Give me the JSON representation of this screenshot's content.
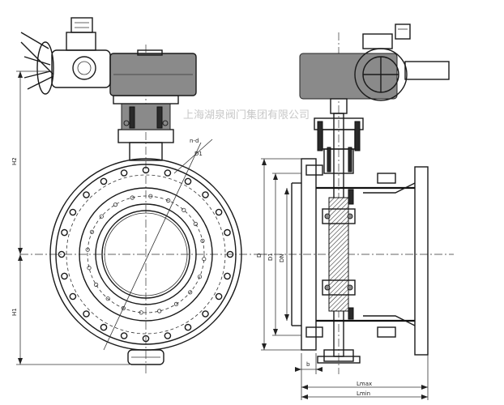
{
  "watermark": "上海湖泉阀门集团有限公司",
  "front_view": {
    "labels": {
      "h2": "H2",
      "h1": "H1",
      "bolts": "n-d",
      "d1": "D1"
    }
  },
  "side_view": {
    "labels": {
      "d": "D",
      "d1": "D1",
      "dn": "DN",
      "b": "b",
      "lmax": "Lmax",
      "lmin": "Lmin"
    }
  },
  "colors": {
    "line": "#1a1a1a",
    "fill_gray": "#8a8a8a",
    "fill_dark": "#2a2a2a",
    "watermark": "#c8c8c8"
  }
}
